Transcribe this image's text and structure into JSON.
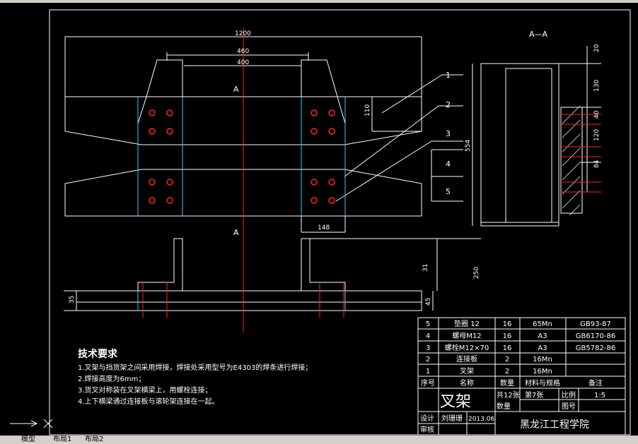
{
  "window": {
    "tabs": [
      "模型",
      "布局1",
      "布局2"
    ]
  },
  "drawing": {
    "section_label": "A—A",
    "cut_label_a": "A",
    "dims": {
      "d1200": "1200",
      "d460": "460",
      "d400": "400",
      "d110": "110",
      "d148": "148",
      "d554": "554",
      "d20": "20",
      "d130": "130",
      "d40": "40",
      "d120": "120",
      "d84": "84",
      "d31": "31",
      "d250": "250",
      "d35": "35",
      "d45": "45"
    },
    "callouts": [
      "1",
      "2",
      "3",
      "4",
      "5"
    ]
  },
  "tech_requirements": {
    "title": "技术要求",
    "items": [
      "1.叉架与挡货架之间采用焊接，焊接处采用型号为E4303的焊条进行焊接；",
      "2.焊接高度为6mm；",
      "3.货叉对称装在叉架横梁上，用螺栓连接；",
      "4.上下横梁通过连接板与滚轮架连接在一起。"
    ]
  },
  "parts_table": {
    "header": {
      "no": "序号",
      "name": "名称",
      "qty": "数量",
      "material": "材料与规格",
      "note": "备注"
    },
    "rows": [
      {
        "no": "5",
        "name": "垫圈 12",
        "qty": "16",
        "material": "65Mn",
        "note": "GB93-87"
      },
      {
        "no": "4",
        "name": "螺母M12",
        "qty": "16",
        "material": "A3",
        "note": "GB6170-86"
      },
      {
        "no": "3",
        "name": "螺栓M12×70",
        "qty": "16",
        "material": "A3",
        "note": "GB5782-86"
      },
      {
        "no": "2",
        "name": "连接板",
        "qty": "2",
        "material": "16Mn",
        "note": ""
      },
      {
        "no": "1",
        "name": "叉架",
        "qty": "2",
        "material": "16Mn",
        "note": ""
      }
    ]
  },
  "title_block": {
    "drawing_name": "叉架",
    "sheets_total": "共12张",
    "sheet_no": "第7张",
    "scale_label": "比例",
    "scale_value": "1:5",
    "qty_label": "数量",
    "drawing_no_label": "图号",
    "design_label": "设计",
    "designer": "刘珊珊",
    "date": "2013.06",
    "review_label": "审核",
    "school": "黑龙江工程学院"
  }
}
